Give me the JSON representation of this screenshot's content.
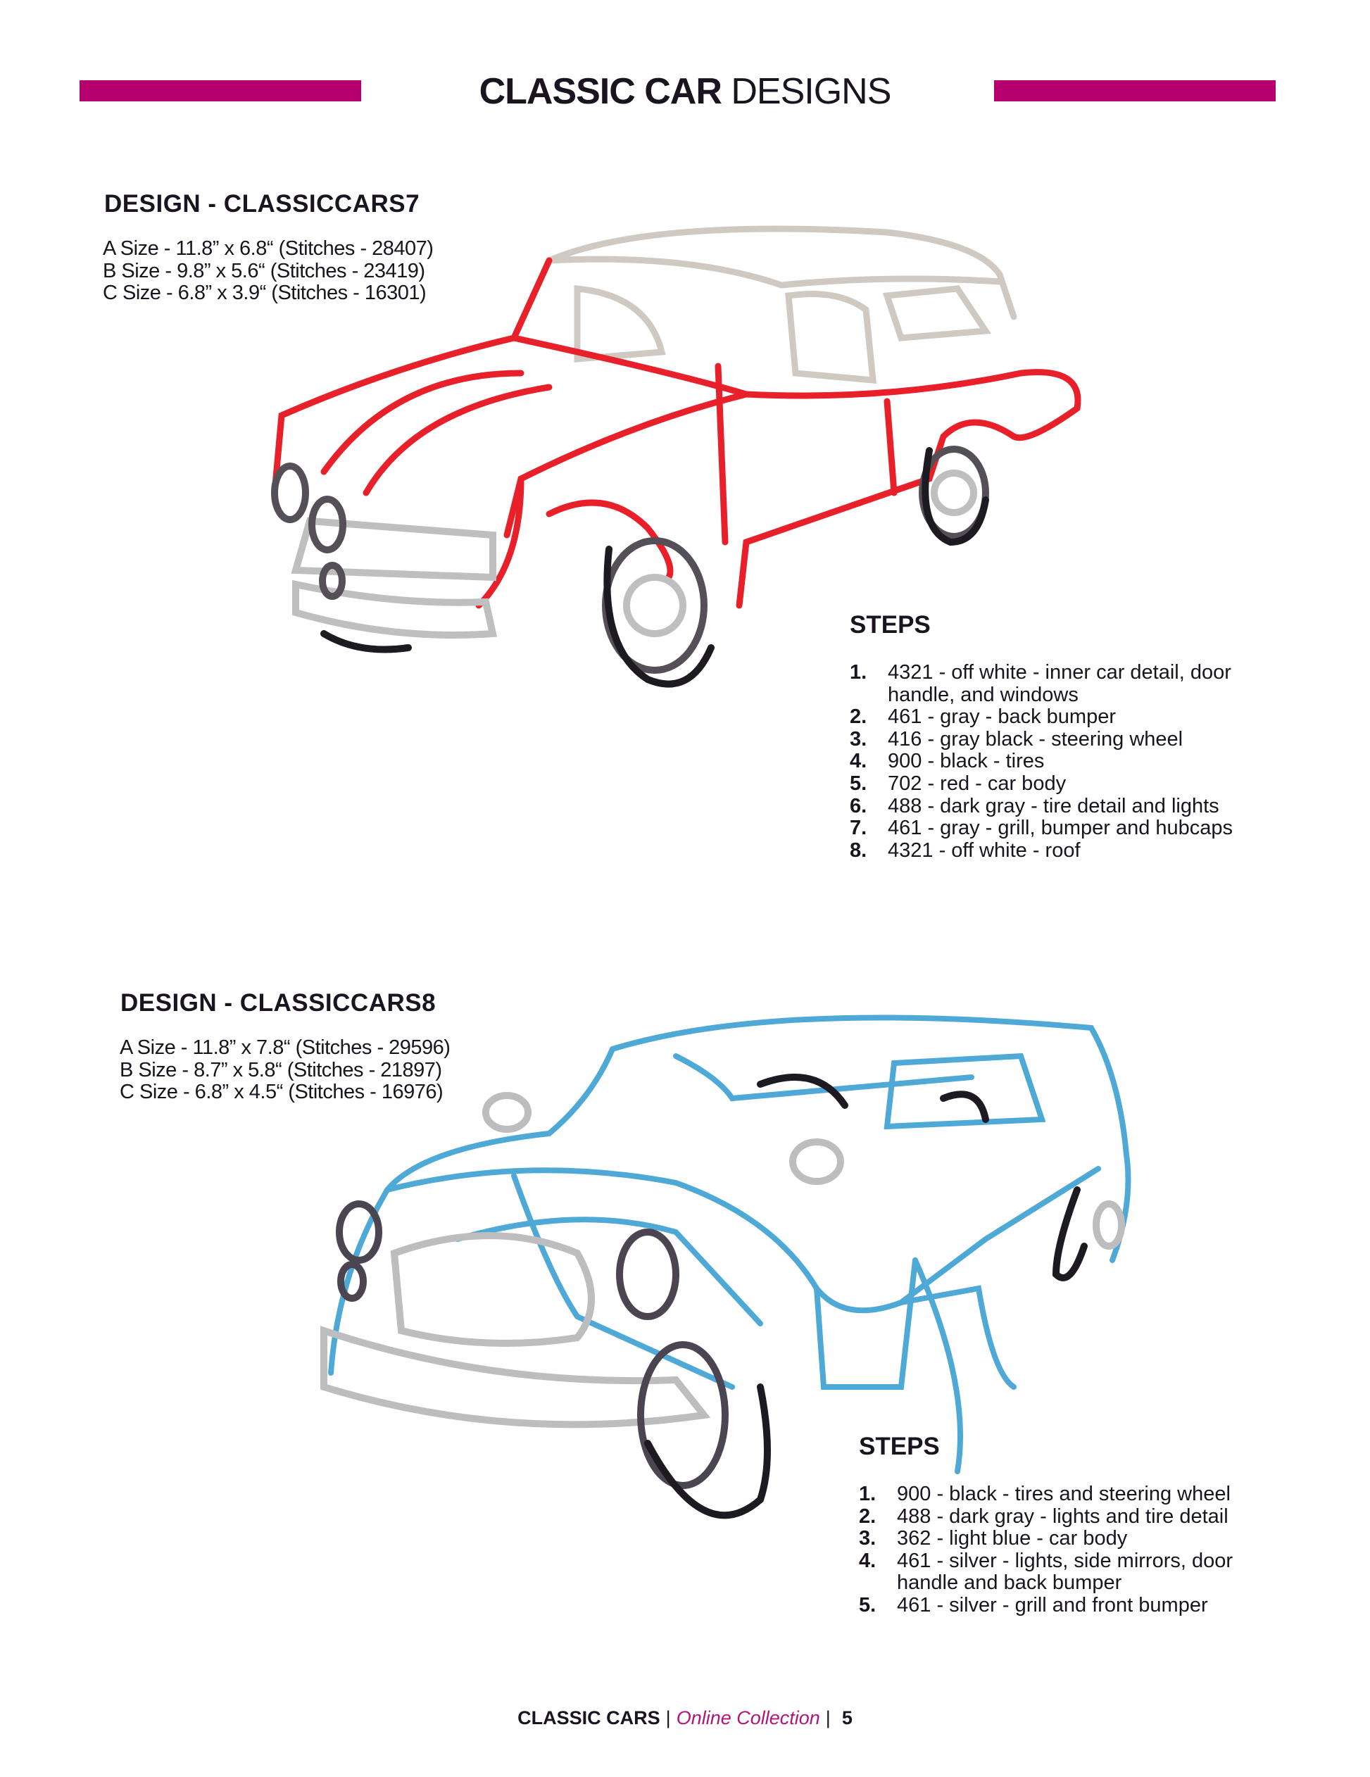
{
  "header": {
    "title_bold": "CLASSIC CAR",
    "title_light": "DESIGNS",
    "accent_color": "#b5006e"
  },
  "designs": [
    {
      "heading": "DESIGN - CLASSICCARS7",
      "sizes": [
        "A Size - 11.8” x 6.8“ (Stitches - 28407)",
        "B Size - 9.8” x 5.6“ (Stitches - 23419)",
        "C Size - 6.8” x 3.9“ (Stitches - 16301)"
      ],
      "steps_heading": "STEPS",
      "steps": [
        {
          "num": "1.",
          "text": "4321 - off white - inner car detail, door handle,  and windows"
        },
        {
          "num": "2.",
          "text": "461 - gray - back bumper"
        },
        {
          "num": "3.",
          "text": "416 - gray black - steering wheel"
        },
        {
          "num": "4.",
          "text": "900 - black - tires"
        },
        {
          "num": "5.",
          "text": "702 - red - car body"
        },
        {
          "num": "6.",
          "text": "488 - dark gray - tire detail and lights"
        },
        {
          "num": "7.",
          "text": "461 - gray - grill, bumper and hubcaps"
        },
        {
          "num": "8.",
          "text": "4321 - off white - roof"
        }
      ],
      "body_color": "#e8202a"
    },
    {
      "heading": "DESIGN - CLASSICCARS8",
      "sizes": [
        "A Size - 11.8” x 7.8“ (Stitches - 29596)",
        "B Size - 8.7” x 5.8“ (Stitches - 21897)",
        "C Size - 6.8” x 4.5“ (Stitches - 16976)"
      ],
      "steps_heading": "STEPS",
      "steps": [
        {
          "num": "1.",
          "text": "900 - black - tires and steering wheel"
        },
        {
          "num": "2.",
          "text": "488 - dark gray - lights and tire detail"
        },
        {
          "num": "3.",
          "text": "362 - light blue - car body"
        },
        {
          "num": "4.",
          "text": "461 - silver - lights, side mirrors, door handle and back bumper"
        },
        {
          "num": "5.",
          "text": "461 - silver - grill and front bumper"
        }
      ],
      "body_color": "#4ea9d6"
    }
  ],
  "footer": {
    "collection": "CLASSIC CARS",
    "subtitle": "Online Collection",
    "page": "5"
  }
}
